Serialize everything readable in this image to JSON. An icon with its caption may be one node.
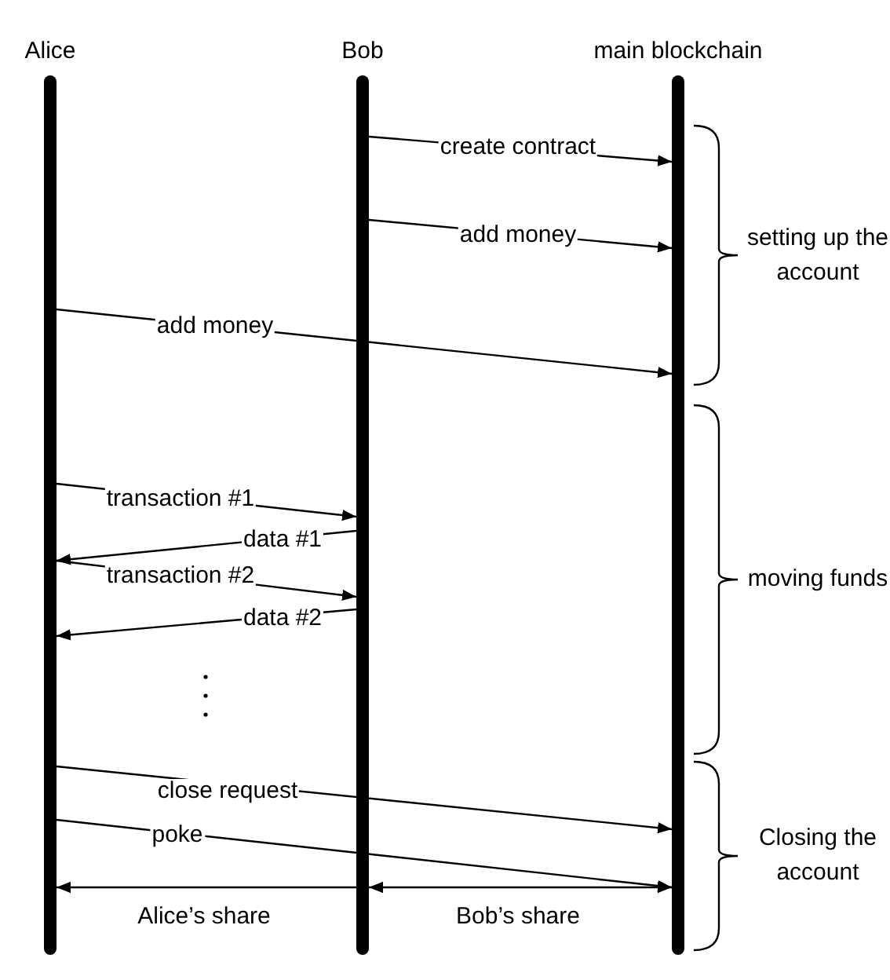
{
  "diagram": {
    "nodes": [
      {
        "text": [
          "Alice"
        ]
      },
      {
        "text": [
          "Bob"
        ]
      },
      {
        "text": [
          "main blockchain"
        ]
      }
    ],
    "edges": [
      {
        "from": 1,
        "to": 2,
        "arrow": "to",
        "label": "create contract"
      },
      {
        "from": 1,
        "to": 2,
        "arrow": "to",
        "label": "add money"
      },
      {
        "from": 0,
        "to": 2,
        "arrow": "to",
        "label": "add money"
      },
      {
        "from": 0,
        "to": 1,
        "arrow": "to",
        "label": "transaction #1"
      },
      {
        "from": 1,
        "to": 0,
        "arrow": "to",
        "label": "data #1"
      },
      {
        "from": 0,
        "to": 1,
        "arrow": "to",
        "label": "transaction #2"
      },
      {
        "from": 1,
        "to": 0,
        "arrow": "to",
        "label": "data #2"
      },
      {
        "from": 0,
        "to": 2,
        "arrow": "to",
        "label": "close request"
      },
      {
        "from": 0,
        "to": 2,
        "arrow": "to",
        "label": "poke"
      },
      {
        "from": 1,
        "to": 0,
        "arrow": "to",
        "label": "Alice’s share"
      },
      {
        "from": 1,
        "to": 2,
        "arrow": "both",
        "label": "Bob’s share"
      }
    ],
    "labels": [
      "setting up the account",
      "moving funds",
      "Closing the account"
    ]
  }
}
